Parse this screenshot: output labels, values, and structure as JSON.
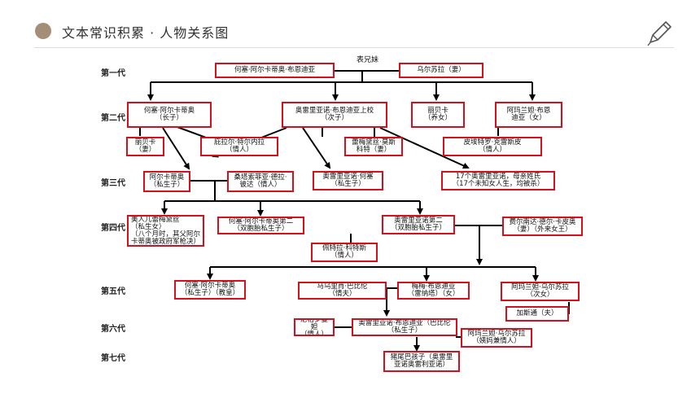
{
  "header": {
    "title": "文本常识积累 · 人物关系图",
    "accent": "#a58e77"
  },
  "generations": [
    "第一代",
    "第二代",
    "第三代",
    "第四代",
    "第五代",
    "第六代",
    "第七代"
  ],
  "caption": "表兄妹",
  "nodes": {
    "n1": "何塞·阿尔卡蒂奥·布恩迪亚",
    "n2": "乌尔苏拉（妻）",
    "n3": "何塞·阿尔卡蒂奥\n（长子）",
    "n4": "奥雷里亚诺·布恩迪亚上校\n（次子）",
    "n5": "丽贝卡\n（养女）",
    "n6": "阿玛兰妲·布恩\n迪亚（女）",
    "n7": "丽贝卡\n（妻）",
    "n8": "庇拉尔·特尔内拉\n（情人）",
    "n9": "蕾梅黛丝·莫斯\n科特（妻）",
    "n10": "皮埃特罗·克雷斯皮\n（情人）",
    "n11": "阿尔卡蒂奥\n（私生子）",
    "n12": "桑塔索菲亚·德拉·\n彼达（情人）",
    "n13": "奥雷里亚诺·何塞\n（私生子）",
    "n14": "17个奥雷里亚诺，母亲姓氏\n（17个未知女人生，均被杀）",
    "n15": "美人儿蕾梅黛丝\n（私生女）\n（八个月时，其父阿尔\n卡蒂奥被政府军枪决）",
    "n16": "何塞·阿尔卡蒂奥第二\n（双胞胎私生子）",
    "n17": "奥雷里亚诺第二\n（双胞胎私生子）",
    "n18": "费尔南达·德尔·卡皮奥\n（妻）（外来女王）",
    "n19": "佩特拉·科特斯\n（情人）",
    "n20": "何塞·阿尔卡蒂奥\n（私生子）（教皇）",
    "n21": "马乌里肖·巴比伦\n（情夫）",
    "n22": "梅梅·布恩迪亚\n（雷纳塔）（女）",
    "n23": "阿玛兰妲·乌尔苏拉\n（次女）",
    "n24": "加斯通（夫）",
    "n25": "尼格罗曼妲\n（情人）",
    "n26": "奥雷里亚诺·布恩迪亚（巴比伦\n（私生子）",
    "n27": "阿玛兰妲·乌尔苏拉\n（姨妈兼情人）",
    "n28": "猪尾巴孩子（奥雷里\n亚诺奥雷利亚诺）"
  },
  "colors": {
    "node_border": "#d4101c",
    "line": "#000000"
  }
}
